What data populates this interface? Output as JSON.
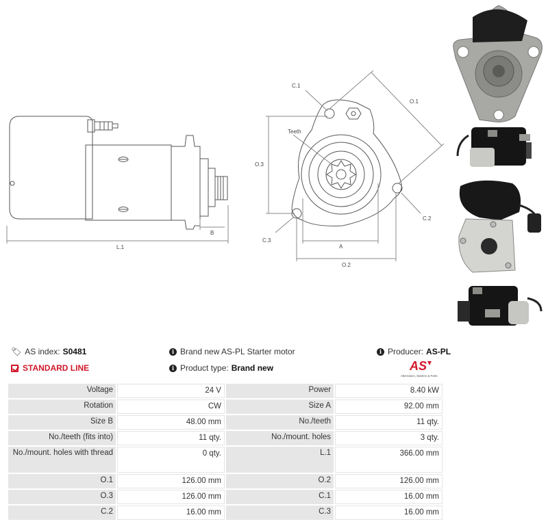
{
  "diagram": {
    "labels": {
      "l1": "L.1",
      "b": "B",
      "c1": "C.1",
      "o1": "O.1",
      "teeth": "Teeth",
      "o3": "O.3",
      "c2": "C.2",
      "c3": "C.3",
      "a": "A",
      "o2": "O.2"
    }
  },
  "info": {
    "as_index_label": "AS index:",
    "as_index_value": "S0481",
    "standard_line": "STANDARD LINE",
    "description": "Brand new AS-PL Starter motor",
    "product_type_label": "Product type:",
    "product_type_value": "Brand new",
    "producer_label": "Producer:",
    "producer_value": "AS-PL",
    "logo_text": "AS",
    "logo_tagline": "Alternators, Starters & Parts"
  },
  "colors": {
    "brand_red": "#d0182a"
  },
  "specs": [
    {
      "l1": "Voltage",
      "v1": "24 V",
      "l2": "Power",
      "v2": "8.40 kW"
    },
    {
      "l1": "Rotation",
      "v1": "CW",
      "l2": "Size A",
      "v2": "92.00 mm"
    },
    {
      "l1": "Size B",
      "v1": "48.00 mm",
      "l2": "No./teeth",
      "v2": "11 qty."
    },
    {
      "l1": "No./teeth (fits into)",
      "v1": "11 qty.",
      "l2": "No./mount. holes",
      "v2": "3 qty."
    },
    {
      "l1": "No./mount. holes with thread",
      "v1": "0 qty.",
      "l2": "L.1",
      "v2": "366.00 mm"
    },
    {
      "l1": "O.1",
      "v1": "126.00 mm",
      "l2": "O.2",
      "v2": "126.00 mm"
    },
    {
      "l1": "O.3",
      "v1": "126.00 mm",
      "l2": "C.1",
      "v2": "16.00 mm"
    },
    {
      "l1": "C.2",
      "v1": "16.00 mm",
      "l2": "C.3",
      "v2": "16.00 mm"
    }
  ]
}
